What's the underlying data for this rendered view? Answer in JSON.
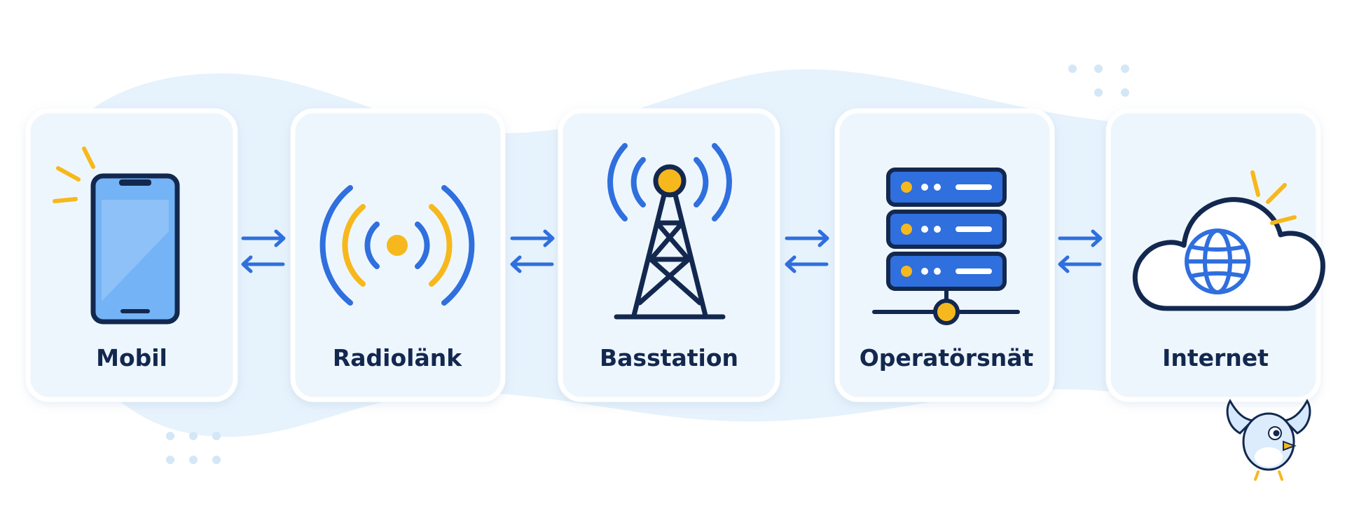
{
  "diagram": {
    "nodes": [
      {
        "id": "mobil",
        "label": "Mobil",
        "icon": "smartphone-icon"
      },
      {
        "id": "radiolank",
        "label": "Radiolänk",
        "icon": "radio-waves-icon"
      },
      {
        "id": "basstation",
        "label": "Basstation",
        "icon": "cell-tower-icon"
      },
      {
        "id": "operatorsnat",
        "label": "Operatörsnät",
        "icon": "server-network-icon"
      },
      {
        "id": "internet",
        "label": "Internet",
        "icon": "cloud-globe-icon"
      }
    ],
    "edges": [
      {
        "from": "mobil",
        "to": "radiolank",
        "direction": "bidirectional"
      },
      {
        "from": "radiolank",
        "to": "basstation",
        "direction": "bidirectional"
      },
      {
        "from": "basstation",
        "to": "operatorsnat",
        "direction": "bidirectional"
      },
      {
        "from": "operatorsnat",
        "to": "internet",
        "direction": "bidirectional"
      }
    ]
  },
  "colors": {
    "navy": "#13284f",
    "blue": "#2f6fde",
    "light_blue": "#74b3f5",
    "yellow": "#f6b81c",
    "card_fill": "#eef6fd",
    "blob": "#e6f2fc",
    "dots": "#d3e7f7"
  }
}
